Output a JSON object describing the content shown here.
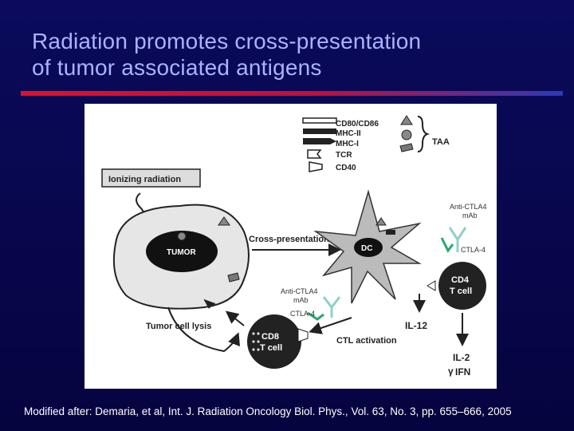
{
  "slide": {
    "title_line1": "Radiation promotes cross-presentation",
    "title_line2": "of tumor associated antigens",
    "citation": "Modified after: Demaria, et al, Int. J. Radiation Oncology Biol. Phys., Vol. 63, No. 3, pp. 655–666, 2005"
  },
  "colors": {
    "background": "#07064a",
    "title": "#a9b3ff",
    "divider_start": "#e0102a",
    "divider_end": "#2a3ab8",
    "antibody": "#8fd0c8",
    "ctla4": "#2aa870"
  },
  "diagram": {
    "legend": {
      "cd80": "CD80/CD86",
      "mhc2": "MHC-II",
      "mhc1": "MHC-I",
      "tcr": "TCR",
      "cd40": "CD40",
      "taa": "TAA"
    },
    "ionizing_radiation": "Ionizing radiation",
    "tumor": "TUMOR",
    "cross_presentation": "Cross-presentation",
    "dc": "DC",
    "anti_ctla4_top": "Anti-CTLA4 mAb",
    "ctla4_top": "CTLA-4",
    "cd4_line1": "CD4",
    "cd4_line2": "T cell",
    "anti_ctla4_bottom": "Anti-CTLA4 mAb",
    "ctla4_bottom": "CTLA-4",
    "tumor_lysis": "Tumor cell lysis",
    "cd8_line1": "CD8",
    "cd8_line2": "T cell",
    "ctl_activation": "CTL activation",
    "il12": "IL-12",
    "il2": "IL-2",
    "ifn": "IFN"
  }
}
